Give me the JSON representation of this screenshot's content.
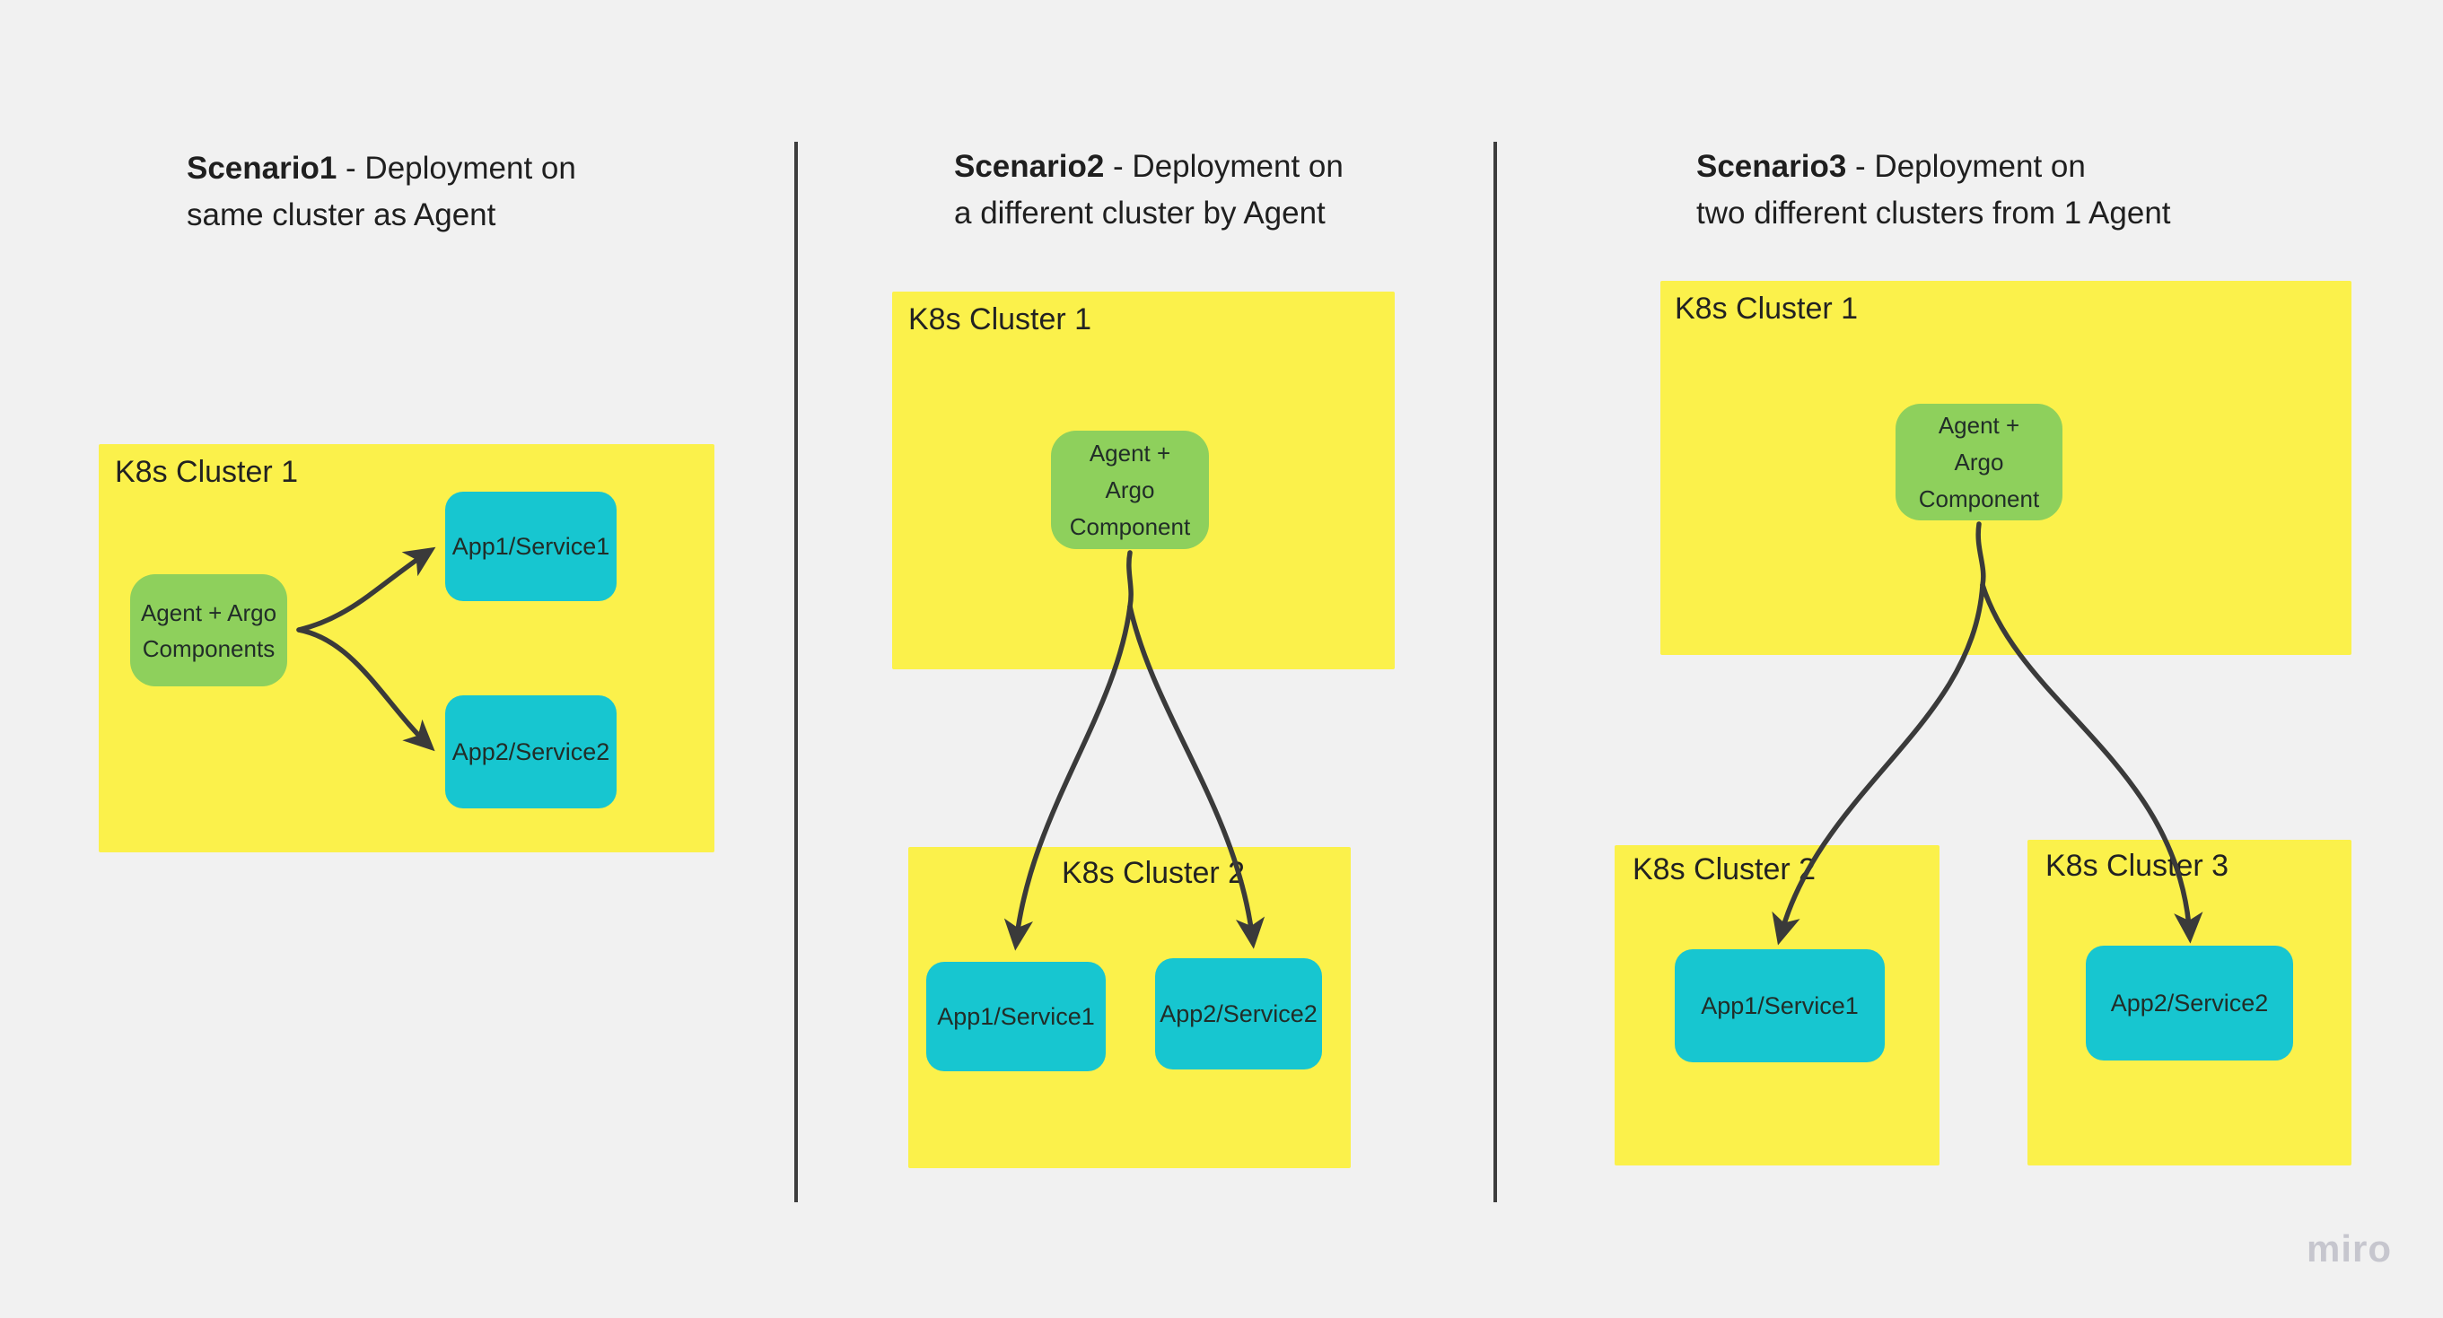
{
  "watermark": "miro",
  "colors": {
    "background": "#f1f1f1",
    "cluster_fill": "#fbf14b",
    "agent_fill": "#8ed05c",
    "app_fill": "#17c6d0",
    "connector": "#3a3a3a",
    "title_text": "#1f1f1f",
    "box_text": "#212d28",
    "watermark_text": "#c6c6ce"
  },
  "scenarios": {
    "s1": {
      "title": {
        "bold": "Scenario1",
        "line1_rest": " - Deployment on",
        "line2": "same cluster as Agent"
      },
      "cluster1_label": "K8s Cluster 1",
      "agent": {
        "line1": "Agent + Argo",
        "line2": "Components"
      },
      "app1_label": "App1/Service1",
      "app2_label": "App2/Service2"
    },
    "s2": {
      "title": {
        "bold": "Scenario2",
        "line1_rest": " - Deployment on",
        "line2": "a different cluster by Agent"
      },
      "cluster1_label": "K8s Cluster 1",
      "cluster2_label": "K8s Cluster 2",
      "agent": {
        "line1": "Agent +",
        "line2": "Argo",
        "line3": "Component"
      },
      "app1_label": "App1/Service1",
      "app2_label": "App2/Service2"
    },
    "s3": {
      "title": {
        "bold": "Scenario3",
        "line1_rest": " - Deployment on",
        "line2": "two different clusters from 1 Agent"
      },
      "cluster1_label": "K8s Cluster 1",
      "cluster2_label": "K8s Cluster 2",
      "cluster3_label": "K8s Cluster 3",
      "agent": {
        "line1": "Agent +",
        "line2": "Argo",
        "line3": "Component"
      },
      "app1_label": "App1/Service1",
      "app2_label": "App2/Service2"
    }
  }
}
